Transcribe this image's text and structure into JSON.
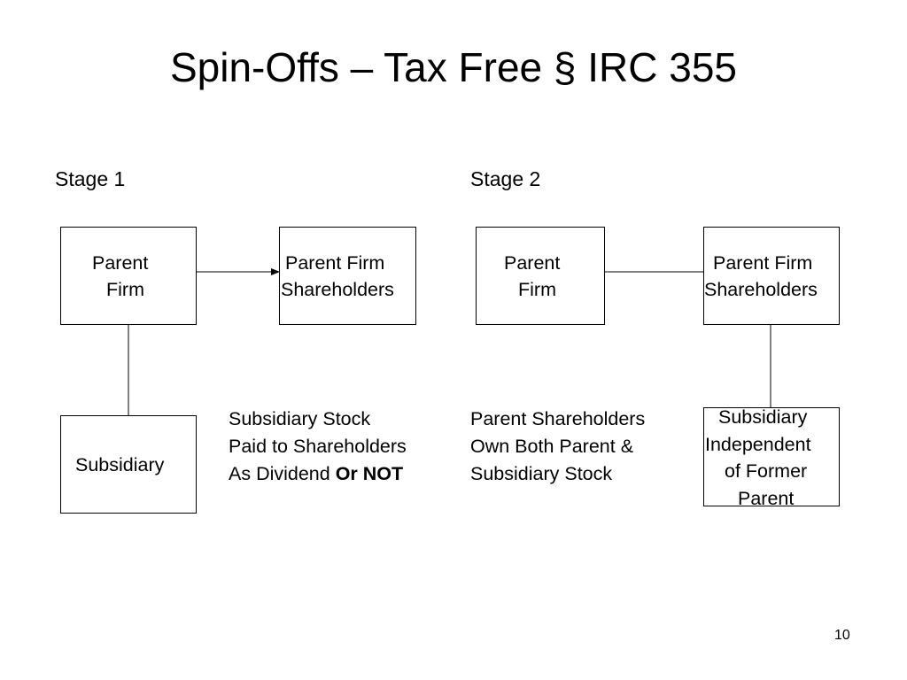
{
  "title": "Spin-Offs – Tax Free § IRC 355",
  "stage1": {
    "label": "Stage 1",
    "parent_box": [
      "Parent",
      "Firm"
    ],
    "shareholders_box": [
      "Parent Firm",
      "Shareholders"
    ],
    "subsidiary_box": [
      "Subsidiary"
    ],
    "note": {
      "line1": "Subsidiary Stock",
      "line2": "Paid to Shareholders",
      "line3_prefix": "As Dividend ",
      "line3_emphasis": "Or NOT"
    }
  },
  "stage2": {
    "label": "Stage 2",
    "parent_box": [
      "Parent",
      "Firm"
    ],
    "shareholders_box": [
      "Parent Firm",
      "Shareholders"
    ],
    "subsidiary_box": [
      "Subsidiary",
      "Independent",
      "of Former",
      "Parent"
    ],
    "note": {
      "line1": "Parent Shareholders",
      "line2": "Own Both Parent &",
      "line3": "Subsidiary Stock"
    }
  },
  "page_number": "10"
}
